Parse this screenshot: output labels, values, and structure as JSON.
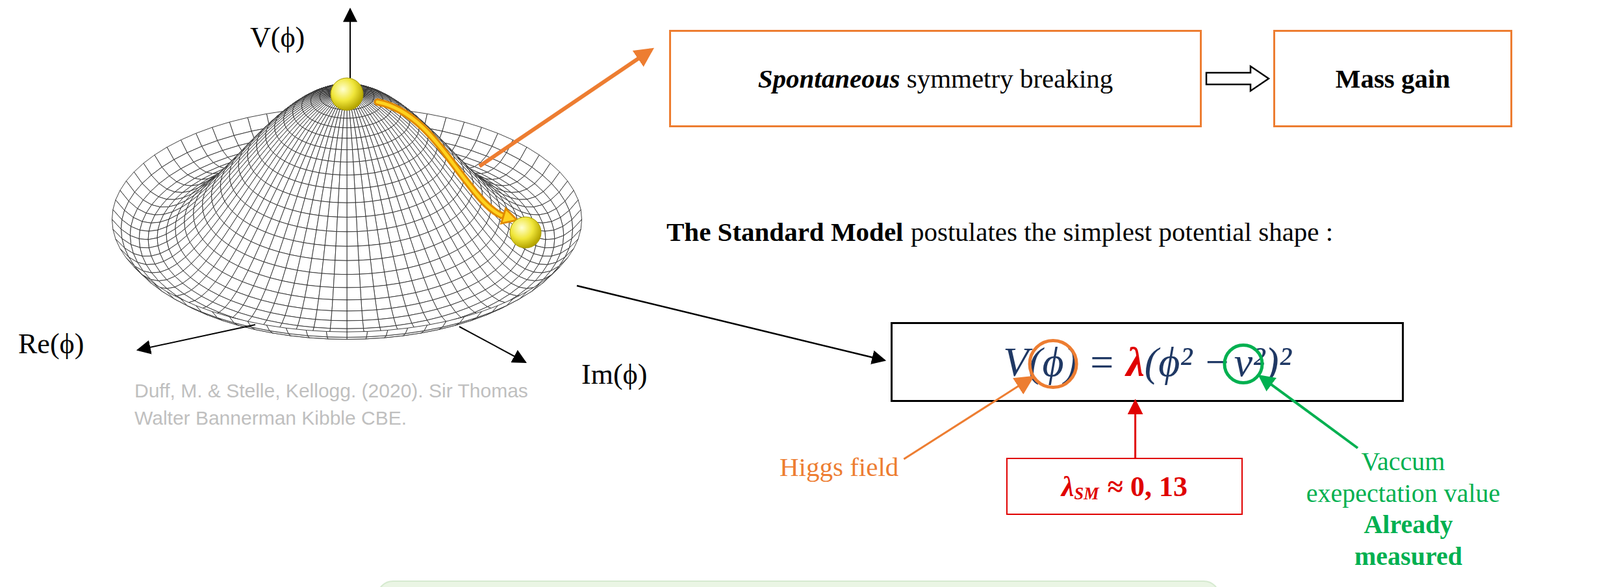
{
  "diagram": {
    "nodes": [
      {
        "text": [
          "Spontaneous",
          "symmetry breaking"
        ]
      },
      {
        "text": [
          "Mass gain"
        ]
      },
      {
        "text": [
          "V(",
          "ϕ",
          ")",
          "=",
          "λ",
          "(ϕ² −",
          "v",
          "²)²"
        ]
      },
      {
        "text": [
          "λ",
          "SM",
          "≈ 0, 13"
        ]
      }
    ],
    "edges": [
      {
        "from": 0,
        "to": 1,
        "arrow": "to"
      },
      {
        "from": 3,
        "to": 2,
        "arrow": "to"
      }
    ],
    "labels": [
      "V(ϕ)",
      "Re(ϕ)",
      "Im(ϕ)",
      "Duff, M. & Stelle, Kellogg. (2020). Sir Thomas Walter Bannerman Kibble CBE.",
      "The Standard Model",
      "postulates the simplest potential shape :",
      "Higgs field",
      "Vaccum exepectation value",
      "Already measured"
    ]
  }
}
